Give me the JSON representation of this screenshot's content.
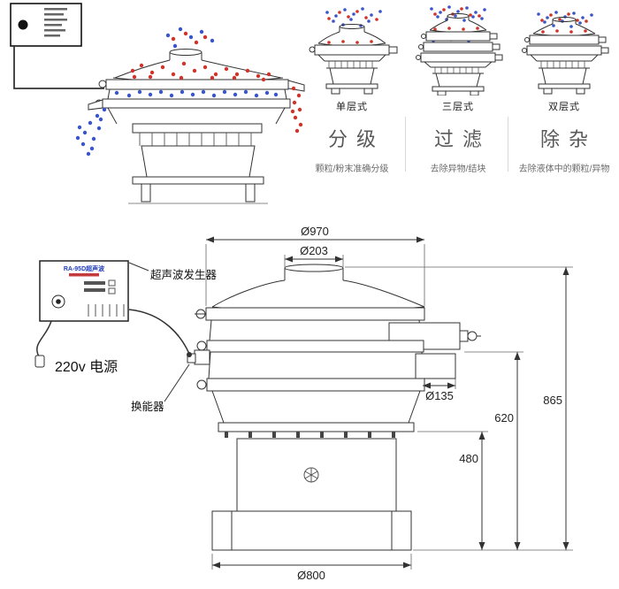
{
  "variants": [
    {
      "type": "单层式",
      "function": "分级",
      "desc": "颗粒/粉末准确分级"
    },
    {
      "type": "三层式",
      "function": "过滤",
      "desc": "去除异物/结块"
    },
    {
      "type": "双层式",
      "function": "除杂",
      "desc": "去除液体中的颗粒/异物"
    }
  ],
  "drawing": {
    "generator_label": "超声波发生器",
    "power_label": "220v 电源",
    "transducer_label": "换能器",
    "control_box_model": "RA-95D超声波",
    "dim_top_diameter": "Ø970",
    "dim_inlet_diameter": "Ø203",
    "dim_outlet_diameter": "Ø135",
    "dim_total_height": "865",
    "dim_height_620": "620",
    "dim_height_480": "480",
    "dim_base_diameter": "Ø800"
  },
  "colors": {
    "particle_red": "#cf342b",
    "particle_blue": "#3a55c8",
    "line": "#333333",
    "model_text_blue": "#1f3dbb",
    "function_label_gray": "#595959"
  }
}
